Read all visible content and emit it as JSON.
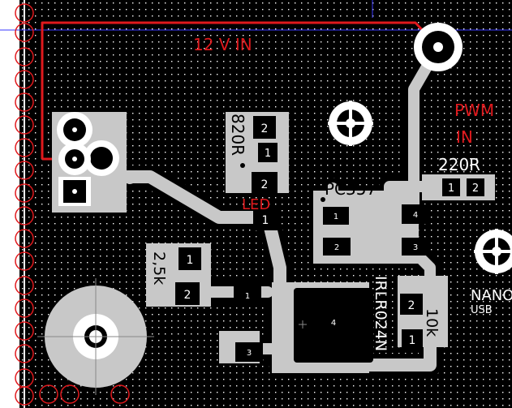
{
  "colors": {
    "board": "#000000",
    "dots": "#ffffff",
    "copper": "#c8c8c8",
    "red_trace": "#e0191d",
    "edge_circles": "#e0191d",
    "guide_line": "#3a3aff"
  },
  "labels": {
    "power_in": "12 V IN",
    "pwm_line1": "PWM",
    "pwm_line2": "IN",
    "r_220": "220R",
    "r_820": "820R",
    "led": "LED",
    "optocoupler": "PC357",
    "r_2k5": "2,5k",
    "mosfet": "IRLR024N",
    "r_10k": "10k",
    "nano_line1": "NANO",
    "nano_line2": "USB"
  },
  "pads": {
    "r820_pin2": "2",
    "r820_pin1": "1",
    "led_pin2": "2",
    "led_pin1": "1",
    "r220_pin1": "1",
    "r220_pin2": "2",
    "opto_pin1": "1",
    "opto_pin2": "2",
    "opto_pin3": "3",
    "opto_pin4": "4",
    "r2k5_pin1": "1",
    "r2k5_pin2": "2",
    "mosfet_pin1": "1",
    "mosfet_pin3": "3",
    "mosfet_pin4": "4",
    "r10k_pin2": "2",
    "r10k_pin1": "1"
  }
}
